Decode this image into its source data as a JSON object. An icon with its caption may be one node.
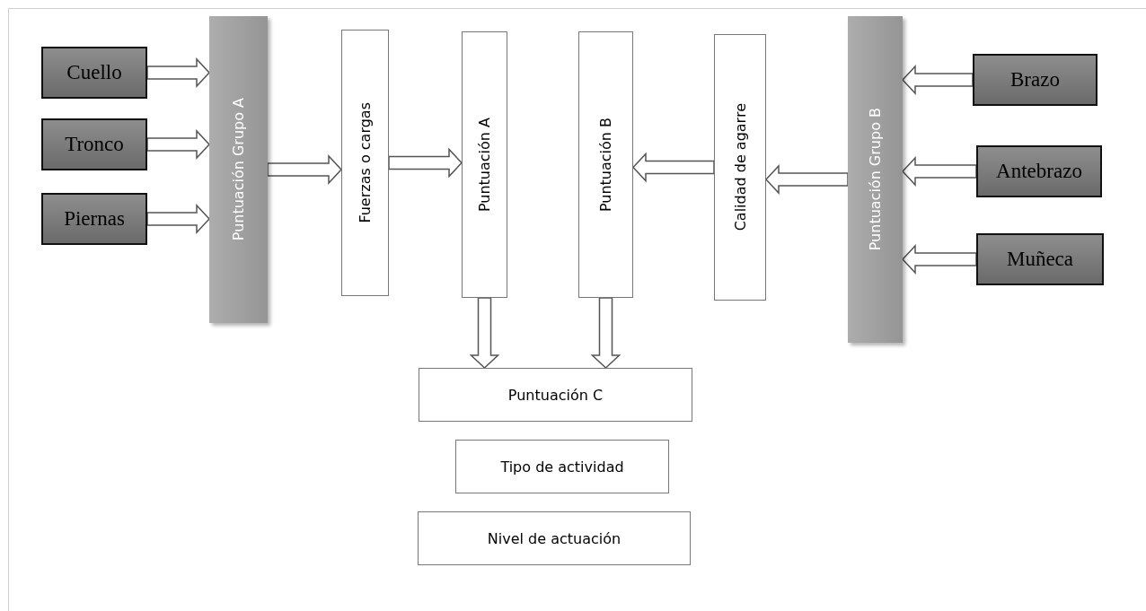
{
  "diagram": {
    "nodes": [
      {
        "text": [
          "Cuello"
        ]
      },
      {
        "text": [
          "Tronco"
        ]
      },
      {
        "text": [
          "Piernas"
        ]
      },
      {
        "text": [
          "Puntuación Grupo A"
        ]
      },
      {
        "text": [
          "Fuerzas o cargas"
        ]
      },
      {
        "text": [
          "Puntuación A"
        ]
      },
      {
        "text": [
          "Puntuación B"
        ]
      },
      {
        "text": [
          "Calidad de agarre"
        ]
      },
      {
        "text": [
          "Puntuación Grupo B"
        ]
      },
      {
        "text": [
          "Brazo"
        ]
      },
      {
        "text": [
          "Antebrazo"
        ]
      },
      {
        "text": [
          "Muñeca"
        ]
      },
      {
        "text": [
          "Puntuación C"
        ]
      },
      {
        "text": [
          "Tipo de actividad"
        ]
      },
      {
        "text": [
          "Nivel de actuación"
        ]
      }
    ],
    "edges": [
      {
        "from": 0,
        "to": 3,
        "arrow": "to"
      },
      {
        "from": 1,
        "to": 3,
        "arrow": "to"
      },
      {
        "from": 2,
        "to": 3,
        "arrow": "to"
      },
      {
        "from": 3,
        "to": 4,
        "arrow": "to"
      },
      {
        "from": 4,
        "to": 5,
        "arrow": "to"
      },
      {
        "from": 7,
        "to": 6,
        "arrow": "to"
      },
      {
        "from": 8,
        "to": 7,
        "arrow": "to"
      },
      {
        "from": 9,
        "to": 8,
        "arrow": "to"
      },
      {
        "from": 10,
        "to": 8,
        "arrow": "to"
      },
      {
        "from": 11,
        "to": 8,
        "arrow": "to"
      },
      {
        "from": 5,
        "to": 12,
        "arrow": "to"
      },
      {
        "from": 6,
        "to": 12,
        "arrow": "to"
      }
    ]
  }
}
